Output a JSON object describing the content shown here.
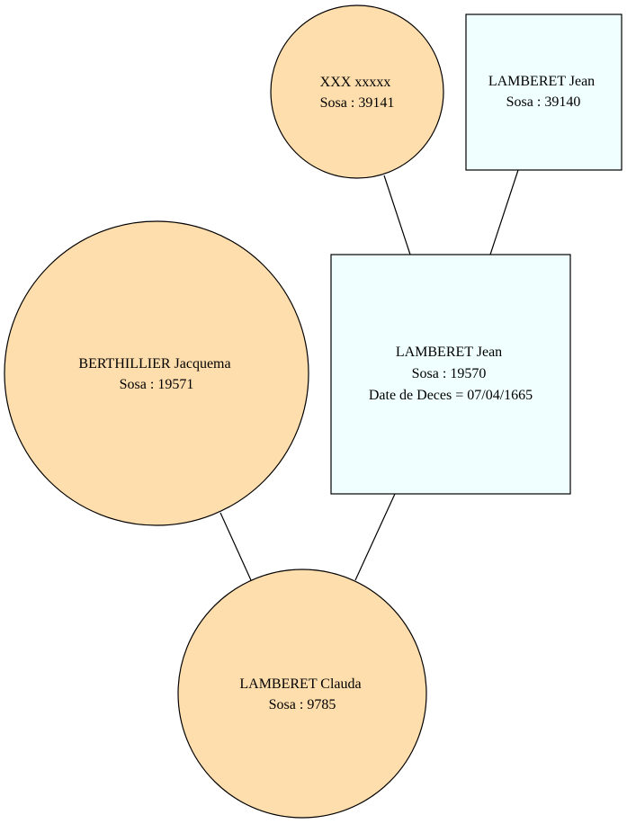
{
  "colors": {
    "female_fill": "#FFDEAD",
    "male_fill": "#F0FFFF",
    "stroke": "#000000"
  },
  "nodes": [
    {
      "id": "xxx",
      "shape": "circle",
      "sex": "female",
      "lines": [
        "XXX xxxxx",
        "Sosa : 39141"
      ]
    },
    {
      "id": "lamberet-jean-39140",
      "shape": "box",
      "sex": "male",
      "lines": [
        "LAMBERET Jean",
        "Sosa : 39140"
      ]
    },
    {
      "id": "berthillier",
      "shape": "circle",
      "sex": "female",
      "lines": [
        "BERTHILLIER Jacquema",
        "Sosa : 19571"
      ]
    },
    {
      "id": "lamberet-jean-19570",
      "shape": "box",
      "sex": "male",
      "lines": [
        "LAMBERET Jean",
        "Sosa : 19570",
        "Date de Deces = 07/04/1665"
      ]
    },
    {
      "id": "lamberet-clauda",
      "shape": "circle",
      "sex": "female",
      "lines": [
        "LAMBERET Clauda",
        "Sosa : 9785"
      ]
    }
  ],
  "edges": [
    {
      "from": "xxx",
      "to": "lamberet-jean-19570"
    },
    {
      "from": "lamberet-jean-39140",
      "to": "lamberet-jean-19570"
    },
    {
      "from": "berthillier",
      "to": "lamberet-clauda"
    },
    {
      "from": "lamberet-jean-19570",
      "to": "lamberet-clauda"
    }
  ]
}
